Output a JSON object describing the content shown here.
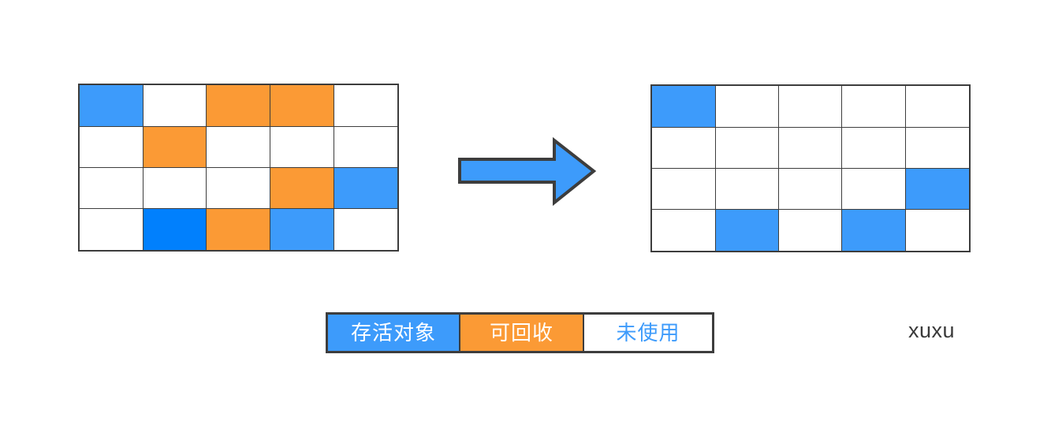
{
  "diagram": {
    "title": "garbage-collection-sweep-illustration",
    "background_color": "#ffffff"
  },
  "colors": {
    "live": "#3d9bfb",
    "live_alt": "#0180fd",
    "garbage": "#fb9a35",
    "unused": "#ffffff",
    "stroke": "#3d3d3d",
    "arrow_fill": "#3d9bfb",
    "arrow_stroke": "#3d3d3d"
  },
  "grids": [
    {
      "name": "before",
      "rows": 4,
      "cols": 5,
      "cells": [
        [
          "live",
          "unused",
          "garbage",
          "garbage",
          "unused"
        ],
        [
          "unused",
          "garbage",
          "unused",
          "unused",
          "unused"
        ],
        [
          "unused",
          "unused",
          "unused",
          "garbage",
          "live"
        ],
        [
          "unused",
          "live2",
          "garbage",
          "live",
          "unused"
        ]
      ]
    },
    {
      "name": "after",
      "rows": 4,
      "cols": 5,
      "cells": [
        [
          "live",
          "unused",
          "unused",
          "unused",
          "unused"
        ],
        [
          "unused",
          "unused",
          "unused",
          "unused",
          "unused"
        ],
        [
          "unused",
          "unused",
          "unused",
          "unused",
          "live"
        ],
        [
          "unused",
          "live",
          "unused",
          "live",
          "unused"
        ]
      ]
    }
  ],
  "arrow": {
    "direction": "right",
    "label": ""
  },
  "legend": {
    "items": [
      {
        "key": "live",
        "label": "存活对象",
        "swatch": "#3d9bfb",
        "text_color": "#ffffff"
      },
      {
        "key": "garbage",
        "label": "可回收",
        "swatch": "#fb9a35",
        "text_color": "#ffffff"
      },
      {
        "key": "unused",
        "label": "未使用",
        "swatch": "#ffffff",
        "text_color": "#3d9bfb"
      }
    ]
  },
  "watermark": {
    "text": "xuxu"
  }
}
